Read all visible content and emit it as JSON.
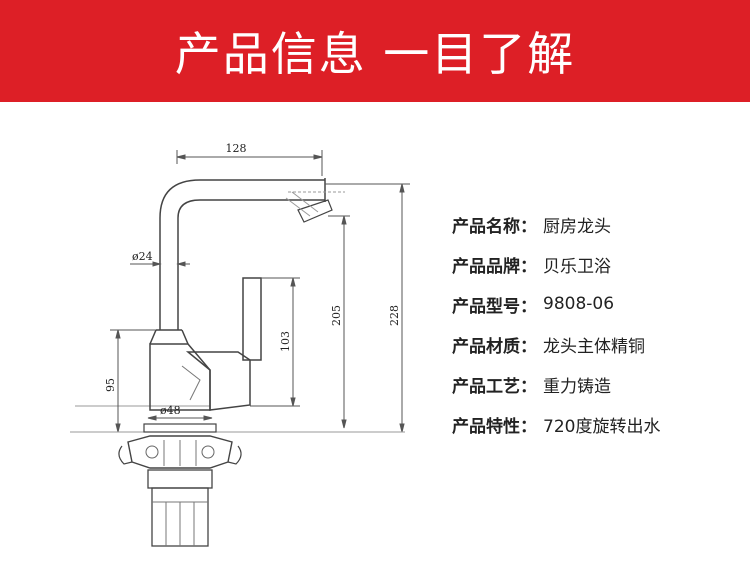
{
  "banner": {
    "title": "产品信息 一目了解",
    "color": "#dd1f26"
  },
  "drawing": {
    "dimensions": {
      "width_128": "128",
      "diameter_24": "ø24",
      "height_95": "95",
      "height_103": "103",
      "height_205": "205",
      "height_228": "228",
      "diameter_48": "ø48"
    }
  },
  "specs": [
    {
      "label": "产品名称：",
      "value": "厨房龙头"
    },
    {
      "label": "产品品牌：",
      "value": "贝乐卫浴"
    },
    {
      "label": "产品型号：",
      "value": "9808-06"
    },
    {
      "label": "产品材质：",
      "value": "龙头主体精铜"
    },
    {
      "label": "产品工艺：",
      "value": "重力铸造"
    },
    {
      "label": "产品特性：",
      "value": "720度旋转出水"
    }
  ]
}
